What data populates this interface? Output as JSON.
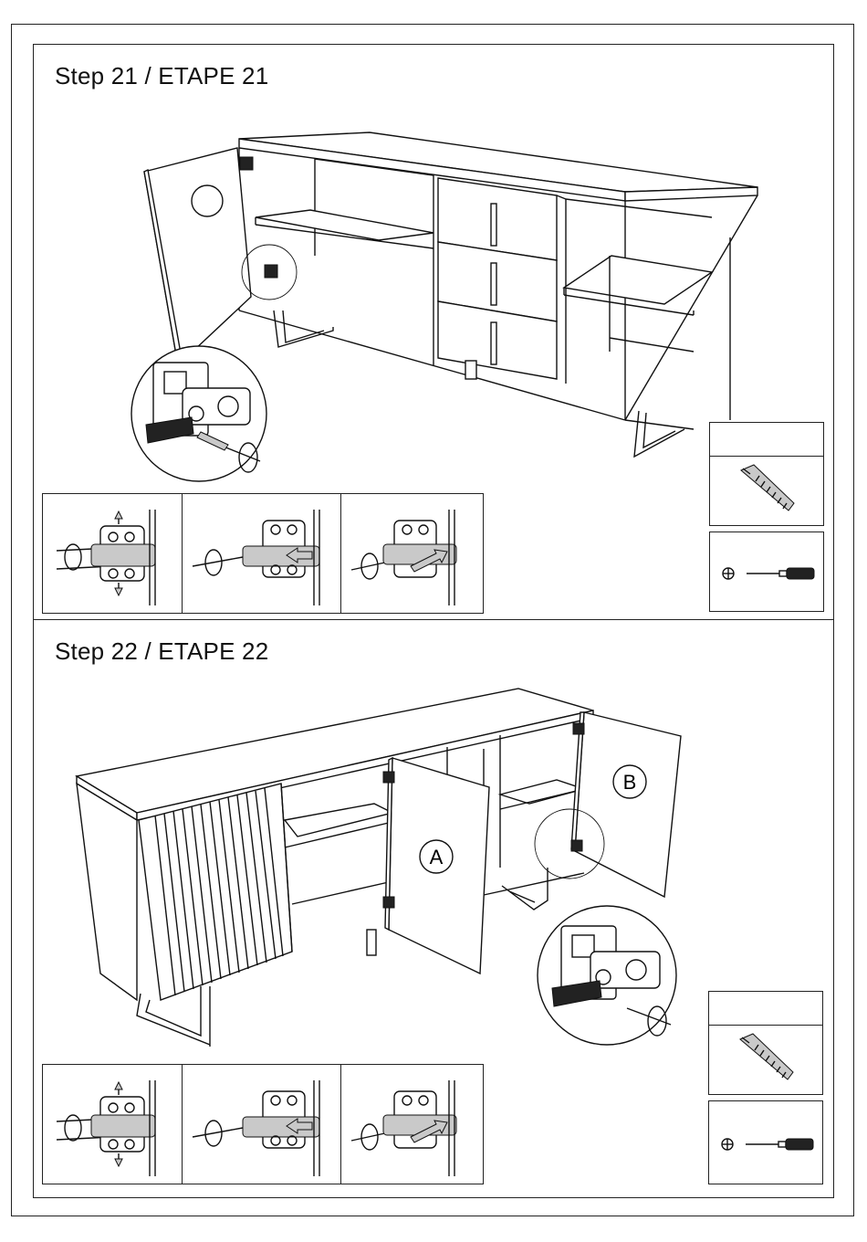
{
  "step21": {
    "title": "Step 21 / ETAPE 21"
  },
  "step22": {
    "title": "Step 22 / ETAPE 22",
    "door_a_label": "A",
    "door_b_label": "B"
  },
  "parts": {
    "screw_icon": "screw-icon",
    "screwdriver_icon": "phillips-screwdriver-icon"
  }
}
